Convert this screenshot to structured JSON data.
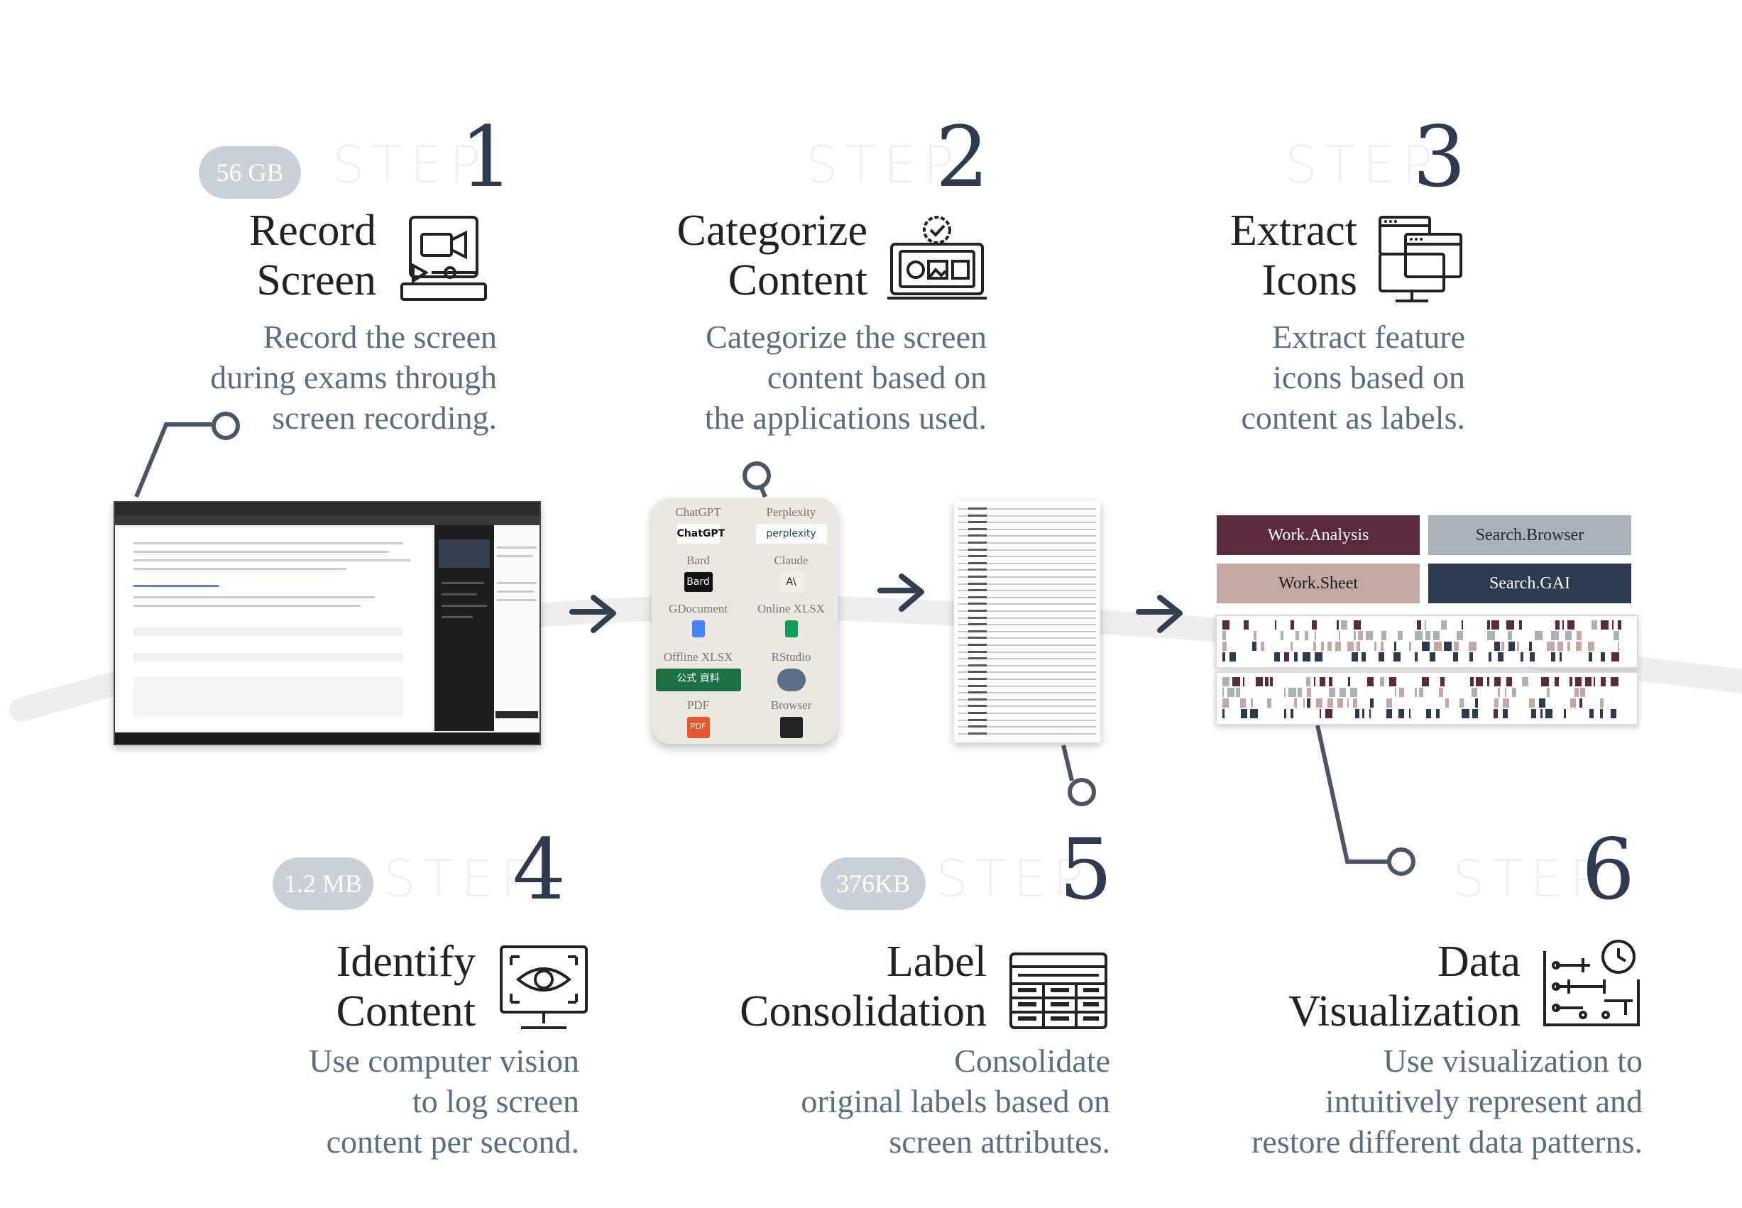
{
  "steps": [
    {
      "step_word": "STEP",
      "number": "1",
      "badge": "56 GB",
      "title_lines": [
        "Record",
        "Screen"
      ],
      "desc_lines": [
        "Record the screen",
        "during exams through",
        "screen recording."
      ]
    },
    {
      "step_word": "STEP",
      "number": "2",
      "badge": "",
      "title_lines": [
        "Categorize",
        "Content"
      ],
      "desc_lines": [
        "Categorize the screen",
        "content based on",
        "the applications used."
      ]
    },
    {
      "step_word": "STEP",
      "number": "3",
      "badge": "",
      "title_lines": [
        "Extract",
        "Icons"
      ],
      "desc_lines": [
        "Extract feature",
        "icons based on",
        "content as labels."
      ]
    },
    {
      "step_word": "STEP",
      "number": "4",
      "badge": "1.2 MB",
      "title_lines": [
        "Identify",
        "Content"
      ],
      "desc_lines": [
        "Use computer vision",
        "to log screen",
        "content per second."
      ]
    },
    {
      "step_word": "STEP",
      "number": "5",
      "badge": "376KB",
      "title_lines": [
        "Label",
        "Consolidation"
      ],
      "desc_lines": [
        "Consolidate",
        "original labels based on",
        "screen attributes."
      ]
    },
    {
      "step_word": "STEP",
      "number": "6",
      "badge": "",
      "title_lines": [
        "Data",
        "Visualization"
      ],
      "desc_lines": [
        "Use visualization to",
        "intuitively represent and",
        "restore different data patterns."
      ]
    }
  ],
  "apps": [
    {
      "name": "ChatGPT",
      "logo": "ChatGPT",
      "color": "#ffffff",
      "text": "#111111"
    },
    {
      "name": "Perplexity",
      "logo": "perplexity",
      "color": "#ffffff",
      "text": "#1f4b5a"
    },
    {
      "name": "Bard",
      "logo": "Bard",
      "color": "#111111",
      "text": "#ffffff"
    },
    {
      "name": "Claude",
      "logo": "A\\",
      "color": "#f2efe6",
      "text": "#222222"
    },
    {
      "name": "GDocument",
      "logo": "",
      "color": "#4285f4",
      "text": "#ffffff"
    },
    {
      "name": "Online XLSX",
      "logo": "",
      "color": "#0f9d58",
      "text": "#ffffff"
    },
    {
      "name": "Offline XLSX",
      "logo": "公式 資料",
      "color": "#1e7145",
      "text": "#ffffff"
    },
    {
      "name": "RStudio",
      "logo": "",
      "color": "#5a6f86",
      "text": "#ffffff"
    },
    {
      "name": "PDF",
      "logo": "PDF",
      "color": "#e9572e",
      "text": "#ffffff"
    },
    {
      "name": "Browser",
      "logo": "",
      "color": "#222222",
      "text": "#ffffff"
    }
  ],
  "labels": [
    {
      "text": "Work.Analysis",
      "color": "#5a2a40"
    },
    {
      "text": "Search.Browser",
      "color": "#a9b2b6"
    },
    {
      "text": "Work.Sheet",
      "color": "#c4a8a3"
    },
    {
      "text": "Search.GAI",
      "color": "#2d3a50"
    }
  ],
  "icons": [
    "video-recording-icon",
    "categorize-monitor-icon",
    "app-windows-icon",
    "eye-monitor-icon",
    "table-grid-icon",
    "timeline-circuit-icon"
  ],
  "colors": {
    "accent": "#2d3a50",
    "desc": "#5b6e80",
    "badge": "#c9d1d6"
  }
}
